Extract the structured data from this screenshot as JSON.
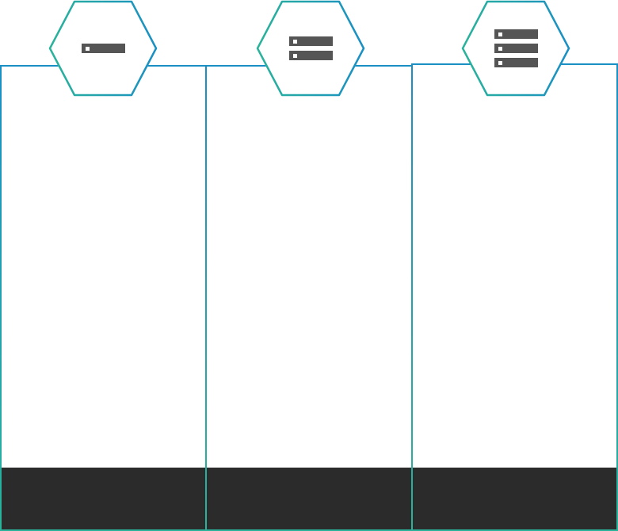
{
  "colors": {
    "border_gradient_start": "#1a8fc4",
    "border_gradient_end": "#2ab39a",
    "footer_background": "#2b2b2b",
    "server_icon": "#555555",
    "background": "#ffffff"
  },
  "plans": [
    {
      "icon": "server-1-unit-icon",
      "server_units": 1,
      "footer_text": ""
    },
    {
      "icon": "server-2-unit-icon",
      "server_units": 2,
      "footer_text": ""
    },
    {
      "icon": "server-3-unit-icon",
      "server_units": 3,
      "footer_text": ""
    }
  ]
}
